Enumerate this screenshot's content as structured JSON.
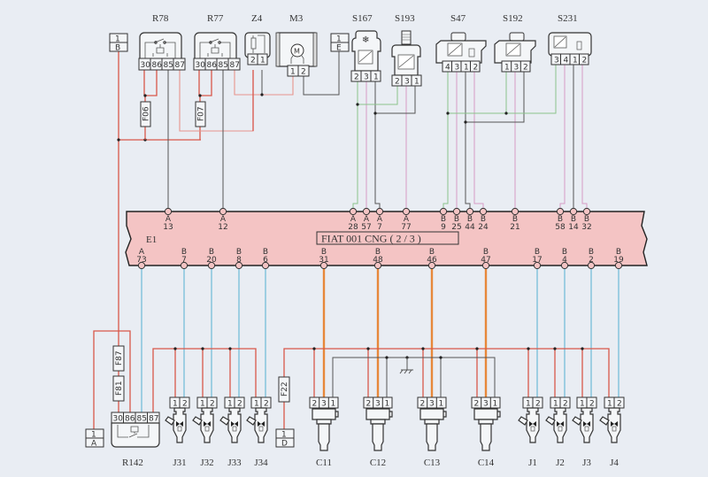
{
  "diagram": {
    "title": "FIAT 001 CNG ( 2 / 3 )",
    "ecu_label": "E1",
    "colors": {
      "ecu_fill": "#f4c4c4",
      "background": "#e9edf3",
      "wire_power": "#d9574a",
      "wire_signal_blue": "#6dbbd6",
      "wire_ignition_orange": "#e7883a",
      "wire_green": "#8bc48b",
      "wire_pink": "#d69cc6",
      "wire_ground": "#555555"
    },
    "connectors": {
      "B": {
        "pin": "1",
        "name": "B"
      },
      "E": {
        "pin": "1",
        "name": "E"
      },
      "A": {
        "pin": "1",
        "name": "A"
      },
      "D": {
        "pin": "1",
        "name": "D"
      }
    },
    "top_components": [
      {
        "id": "R78",
        "type": "relay",
        "pins": [
          "30",
          "86",
          "85",
          "87"
        ]
      },
      {
        "id": "R77",
        "type": "relay",
        "pins": [
          "30",
          "86",
          "85",
          "87"
        ]
      },
      {
        "id": "Z4",
        "type": "resistor",
        "pins": [
          "2",
          "1"
        ]
      },
      {
        "id": "M3",
        "type": "motor",
        "pins": [
          "1",
          "2"
        ],
        "symbol": "M"
      },
      {
        "id": "S167",
        "type": "sensor",
        "pins": [
          "2",
          "3",
          "1"
        ],
        "symbol": "❄"
      },
      {
        "id": "S193",
        "type": "sensor",
        "pins": [
          "2",
          "3",
          "1"
        ]
      },
      {
        "id": "S47",
        "type": "sensor",
        "pins": [
          "4",
          "3",
          "1",
          "2"
        ]
      },
      {
        "id": "S192",
        "type": "sensor",
        "pins": [
          "1",
          "3",
          "2"
        ]
      },
      {
        "id": "S231",
        "type": "sensor",
        "pins": [
          "3",
          "4",
          "1",
          "2"
        ]
      }
    ],
    "fuses": [
      "F06",
      "F07",
      "F87",
      "F81",
      "F22"
    ],
    "ecu_top_pins": [
      {
        "bank": "A",
        "num": "13"
      },
      {
        "bank": "A",
        "num": "12"
      },
      {
        "bank": "A",
        "num": "28"
      },
      {
        "bank": "A",
        "num": "57"
      },
      {
        "bank": "A",
        "num": "7"
      },
      {
        "bank": "A",
        "num": "77"
      },
      {
        "bank": "B",
        "num": "9"
      },
      {
        "bank": "B",
        "num": "25"
      },
      {
        "bank": "B",
        "num": "44"
      },
      {
        "bank": "B",
        "num": "24"
      },
      {
        "bank": "B",
        "num": "21"
      },
      {
        "bank": "B",
        "num": "58"
      },
      {
        "bank": "B",
        "num": "14"
      },
      {
        "bank": "B",
        "num": "32"
      }
    ],
    "ecu_bottom_pins": [
      {
        "bank": "A",
        "num": "73"
      },
      {
        "bank": "B",
        "num": "7"
      },
      {
        "bank": "B",
        "num": "20"
      },
      {
        "bank": "B",
        "num": "8"
      },
      {
        "bank": "B",
        "num": "6"
      },
      {
        "bank": "B",
        "num": "31"
      },
      {
        "bank": "B",
        "num": "48"
      },
      {
        "bank": "B",
        "num": "46"
      },
      {
        "bank": "B",
        "num": "47"
      },
      {
        "bank": "B",
        "num": "17"
      },
      {
        "bank": "B",
        "num": "4"
      },
      {
        "bank": "B",
        "num": "2"
      },
      {
        "bank": "B",
        "num": "19"
      }
    ],
    "bottom_components": {
      "relay": {
        "id": "R142",
        "pins": [
          "30",
          "86",
          "85",
          "87"
        ]
      },
      "gas_injectors": [
        {
          "id": "J31",
          "pins": [
            "1",
            "2"
          ]
        },
        {
          "id": "J32",
          "pins": [
            "1",
            "2"
          ]
        },
        {
          "id": "J33",
          "pins": [
            "1",
            "2"
          ]
        },
        {
          "id": "J34",
          "pins": [
            "1",
            "2"
          ]
        }
      ],
      "ignition_coils": [
        {
          "id": "C11",
          "pins": [
            "2",
            "3",
            "1"
          ]
        },
        {
          "id": "C12",
          "pins": [
            "2",
            "3",
            "1"
          ]
        },
        {
          "id": "C13",
          "pins": [
            "2",
            "3",
            "1"
          ]
        },
        {
          "id": "C14",
          "pins": [
            "2",
            "3",
            "1"
          ]
        }
      ],
      "petrol_injectors": [
        {
          "id": "J1",
          "pins": [
            "1",
            "2"
          ]
        },
        {
          "id": "J2",
          "pins": [
            "1",
            "2"
          ]
        },
        {
          "id": "J3",
          "pins": [
            "1",
            "2"
          ]
        },
        {
          "id": "J4",
          "pins": [
            "1",
            "2"
          ]
        }
      ]
    }
  }
}
